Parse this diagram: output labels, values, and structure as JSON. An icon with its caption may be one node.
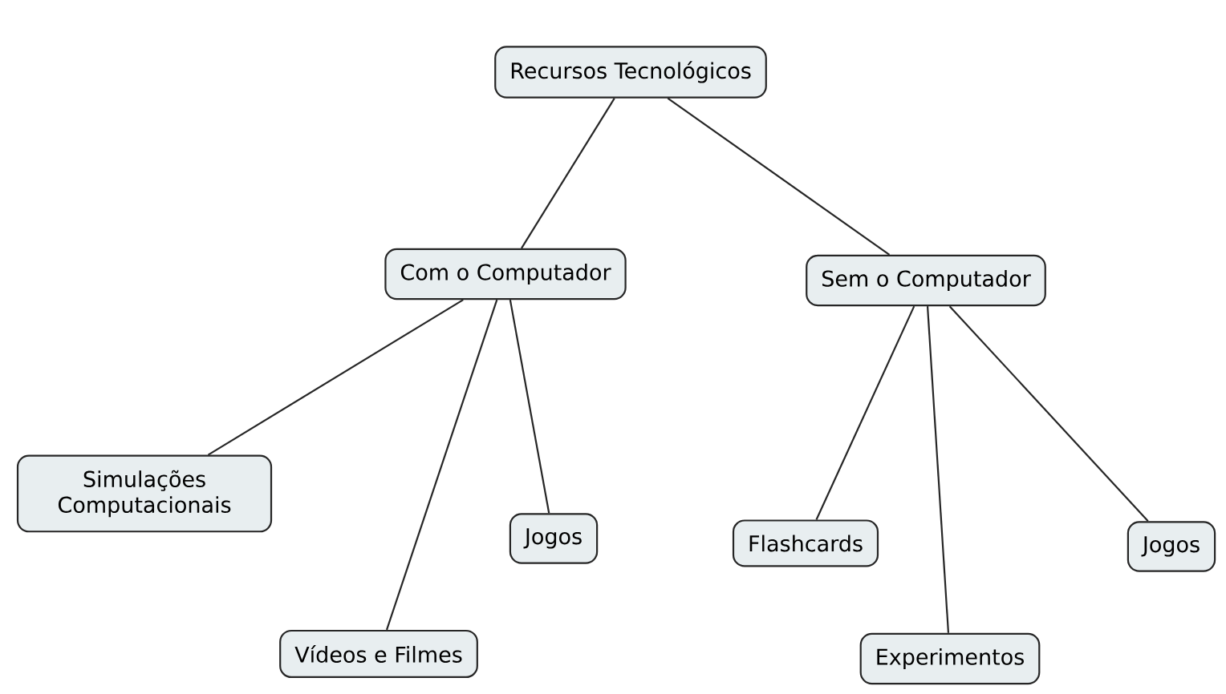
{
  "diagram": {
    "nodes": [
      {
        "text": [
          "Recursos Tecnológicos"
        ]
      },
      {
        "text": [
          "Com o Computador"
        ]
      },
      {
        "text": [
          "Sem o Computador"
        ]
      },
      {
        "text": [
          "Simulações Computacionais"
        ]
      },
      {
        "text": [
          "Vídeos e Filmes"
        ]
      },
      {
        "text": [
          "Jogos"
        ]
      },
      {
        "text": [
          "Flashcards"
        ]
      },
      {
        "text": [
          "Experimentos"
        ]
      },
      {
        "text": [
          "Jogos"
        ]
      }
    ],
    "edges": [
      {
        "from": 0,
        "to": 1,
        "arrow": "none"
      },
      {
        "from": 0,
        "to": 2,
        "arrow": "none"
      },
      {
        "from": 1,
        "to": 3,
        "arrow": "none"
      },
      {
        "from": 1,
        "to": 4,
        "arrow": "none"
      },
      {
        "from": 1,
        "to": 5,
        "arrow": "none"
      },
      {
        "from": 2,
        "to": 6,
        "arrow": "none"
      },
      {
        "from": 2,
        "to": 7,
        "arrow": "none"
      },
      {
        "from": 2,
        "to": 8,
        "arrow": "none"
      }
    ]
  }
}
